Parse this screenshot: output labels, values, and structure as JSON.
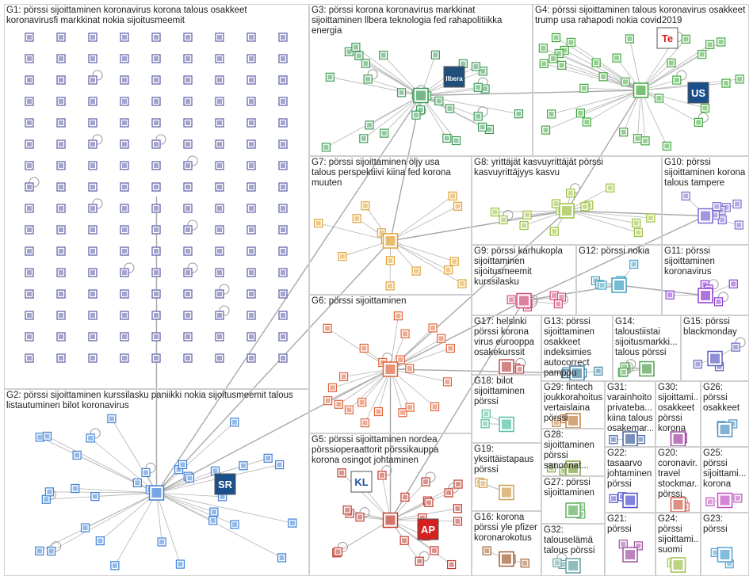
{
  "graph": {
    "groups": [
      {
        "id": "G1",
        "label": "G1: pörssi sijoittaminen koronavirus korona talous osakkeet\nkoronavirusfi markkinat nokia sijoitusmeemit",
        "color": "#5a5aa8",
        "kind": "isolates"
      },
      {
        "id": "G2",
        "label": "G2: pörssi sijoittaminen kurssilasku paniikki nokia sijoitusmeemit talous\nlistautuminen bilot koronavirus",
        "color": "#3b7fd6",
        "kind": "network"
      },
      {
        "id": "G3",
        "label": "G3: pörssi korona koronavirus markkinat\nsijoittaminen llbera teknologia fed rahapolitiikka\nenergia",
        "color": "#3a9a55",
        "kind": "network"
      },
      {
        "id": "G4",
        "label": "G4: pörssi sijoittaminen talous koronavirus osakkeet\ntrump usa rahapodi nokia covid2019",
        "color": "#3fa83a",
        "kind": "network"
      },
      {
        "id": "G5",
        "label": "G5: pörssi sijoittaminen nordea\npörssioperaattorit pörssikauppa\nkorona osingot johtaminen",
        "color": "#c0392b",
        "kind": "network"
      },
      {
        "id": "G6",
        "label": "G6: pörssi sijoittaminen",
        "color": "#e0643a",
        "kind": "network"
      },
      {
        "id": "G7",
        "label": "G7: pörssi sijoittaminen öljy usa\ntalous perspektiivi kiina fed korona\nmuuten",
        "color": "#e0a030",
        "kind": "network"
      },
      {
        "id": "G8",
        "label": "G8: yrittäjät kasvuyrittäjät pörssi\nkasvuyrittäjyys kasvu",
        "color": "#9bbf3a",
        "kind": "network"
      },
      {
        "id": "G9",
        "label": "G9: pörssi karhukopla\nsijoittaminen\nsijoitusmeemit\nkurssilasku",
        "color": "#d04a7a",
        "kind": "network"
      },
      {
        "id": "G10",
        "label": "G10: pörssi\nsijoittaminen korona\ntalous tampere",
        "color": "#7a6ad0",
        "kind": "network"
      },
      {
        "id": "G11",
        "label": "G11: pörssi\nsijoittaminen\nkoronavirus",
        "color": "#8a3ad0",
        "kind": "network"
      },
      {
        "id": "G12",
        "label": "G12: pörssi nokia",
        "color": "#3aa0c0",
        "kind": "network"
      },
      {
        "id": "G13",
        "label": "G13: pörssi\nsijoittaminen\nosakkeet\nindeksimies\nautocorrect\npamppu",
        "color": "#3a80a0",
        "kind": "network"
      },
      {
        "id": "G14",
        "label": "G14:\ntaloustiistai\nsijoitusmarkki...\ntalous pörssi",
        "color": "#50a050",
        "kind": "network"
      },
      {
        "id": "G15",
        "label": "G15: pörssi\nblackmonday",
        "color": "#6060c0",
        "kind": "network"
      },
      {
        "id": "G16",
        "label": "G16: korona\npörssi yle pfizer\nkoronarokotus",
        "color": "#a06030",
        "kind": "network"
      },
      {
        "id": "G17",
        "label": "G17: helsinki\npörssi korona\nvirus eurooppa\nosakekurssit",
        "color": "#c05050",
        "kind": "network"
      },
      {
        "id": "G18",
        "label": "G18: bilot\nsijoittaminen\npörssi",
        "color": "#50c0a0",
        "kind": "network"
      },
      {
        "id": "G19",
        "label": "G19:\nyksittäistapaus\npörssi",
        "color": "#d0a050",
        "kind": "network"
      },
      {
        "id": "G20",
        "label": "G20:\ncoronavir...\ntravel\nstockmar...\npörssi",
        "color": "#d06050",
        "kind": "network"
      },
      {
        "id": "G21",
        "label": "G21:\npörssi",
        "color": "#a050a0",
        "kind": "network"
      },
      {
        "id": "G22",
        "label": "G22:\ntasaarvo\njohtaminen\npörssi",
        "color": "#5050d0",
        "kind": "network"
      },
      {
        "id": "G23",
        "label": "G23:\npörssi",
        "color": "#50a0d0",
        "kind": "network"
      },
      {
        "id": "G24",
        "label": "G24:\npörssi\nsijoittami...\nsuomi",
        "color": "#a0c050",
        "kind": "network"
      },
      {
        "id": "G25",
        "label": "G25:\npörssi\nsijoittami...\nkorona",
        "color": "#c050c0",
        "kind": "network"
      },
      {
        "id": "G26",
        "label": "G26:\npörssi\nosakkeet",
        "color": "#5090c0",
        "kind": "network"
      },
      {
        "id": "G27",
        "label": "G27: pörssi\nsijoittaminen",
        "color": "#60b060",
        "kind": "network"
      },
      {
        "id": "G28",
        "label": "G28:\nsijoittaminen\npörssi\nsanonnat...",
        "color": "#80a040",
        "kind": "network"
      },
      {
        "id": "G29",
        "label": "G29: fintech\njoukkorahoitus\nvertaislaina\npörssi",
        "color": "#c08040",
        "kind": "network"
      },
      {
        "id": "G30",
        "label": "G30:\nsijoittami...\nosakkeet\npörssi\nkorona",
        "color": "#a040a0",
        "kind": "network"
      },
      {
        "id": "G31",
        "label": "G31:\nvarainhoito\nprivateba...\nkiina talous\nosakemar...",
        "color": "#4060a0",
        "kind": "network"
      },
      {
        "id": "G32",
        "label": "G32:\ntalouselämä\ntalous pörssi",
        "color": "#60a0a0",
        "kind": "network"
      }
    ],
    "logos": [
      {
        "group": "G3",
        "text": "llbera",
        "bg": "#1f4f7a",
        "fg": "#ffffff"
      },
      {
        "group": "G4",
        "text": "Te",
        "bg": "#ffffff",
        "fg": "#d42020"
      },
      {
        "group": "G4",
        "text": "US",
        "bg": "#1b4f8a",
        "fg": "#ffffff"
      },
      {
        "group": "G2",
        "text": "SR",
        "bg": "#1b4f8a",
        "fg": "#ffffff"
      },
      {
        "group": "G5",
        "text": "KL",
        "bg": "#ffffff",
        "fg": "#1b4f9a"
      },
      {
        "group": "G5",
        "text": "AP",
        "bg": "#d42020",
        "fg": "#ffffff"
      }
    ]
  }
}
